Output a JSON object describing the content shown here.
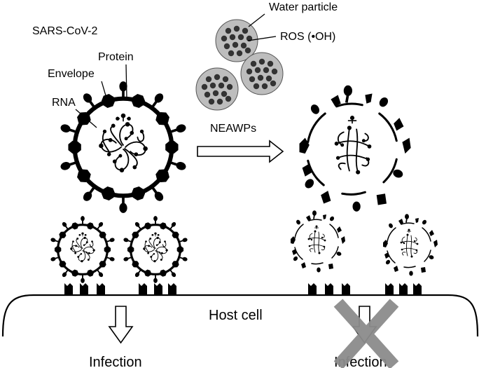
{
  "labels": {
    "virus_name": "SARS-CoV-2",
    "protein": "Protein",
    "envelope": "Envelope",
    "rna": "RNA",
    "water_particle": "Water particle",
    "ros": "ROS (•OH)",
    "neawps": "NEAWPs",
    "host_cell": "Host cell",
    "infection_left": "Infection",
    "infection_right": "Infection"
  },
  "colors": {
    "ink": "#000000",
    "water_fill": "#bdbdbd",
    "ros_dot": "#333333",
    "block_cross": "#8c8c8c"
  }
}
